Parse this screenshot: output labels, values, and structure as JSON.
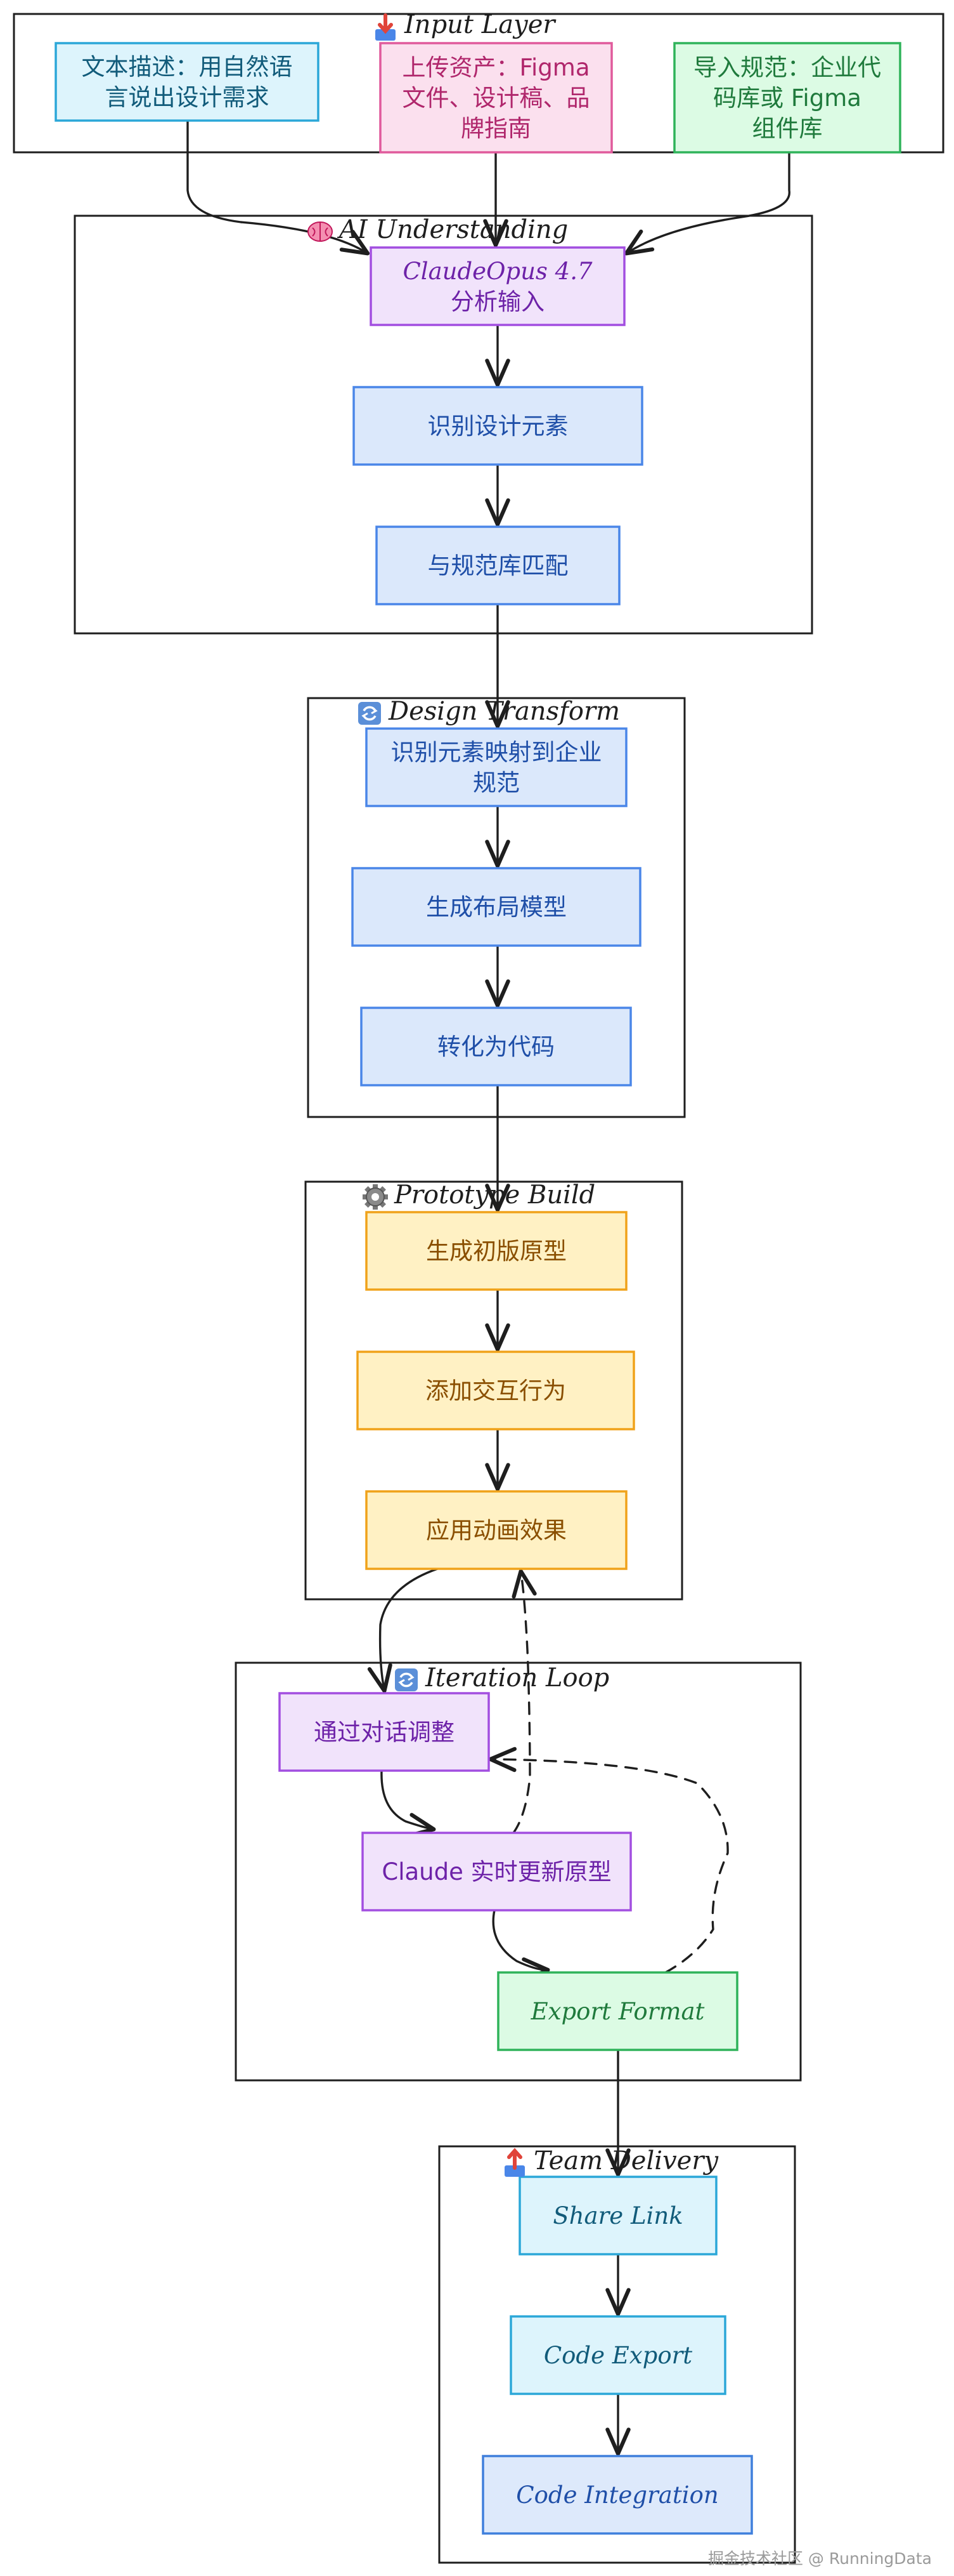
{
  "colors": {
    "frame": "#1e1e1e",
    "arrow": "#1e1e1e",
    "blue": {
      "fill": "#dbe8fb",
      "stroke": "#4a86e8",
      "text": "#1f4fa8"
    },
    "pink": {
      "fill": "#fbe0ee",
      "stroke": "#e05a9c",
      "text": "#b0276c"
    },
    "green": {
      "fill": "#dcfbe4",
      "stroke": "#2fb35a",
      "text": "#1f7a3c"
    },
    "purple": {
      "fill": "#f1e3fb",
      "stroke": "#a24ee0",
      "text": "#6d22a8"
    },
    "orange": {
      "fill": "#fff1c4",
      "stroke": "#f0a21a",
      "text": "#8a4f00"
    },
    "cyan": {
      "fill": "#ddf4fc",
      "stroke": "#2ba7d8",
      "text": "#115b7a"
    },
    "lightblue": {
      "fill": "#dde9fb",
      "stroke": "#3f7fdc",
      "text": "#1f4fa8"
    }
  },
  "layers": {
    "input": {
      "icon": "inbox-tray-icon",
      "title": "Input Layer"
    },
    "ai": {
      "icon": "brain-icon",
      "title": "AI Understanding"
    },
    "transform": {
      "icon": "refresh-icon",
      "title": "Design Transform"
    },
    "prototype": {
      "icon": "gear-icon",
      "title": "Prototype Build"
    },
    "iteration": {
      "icon": "repeat-icon",
      "title": "Iteration Loop"
    },
    "delivery": {
      "icon": "outbox-tray-icon",
      "title": "Team Delivery"
    }
  },
  "nodes": {
    "text_desc": {
      "lines": [
        "文本描述：用自然语",
        "言说出设计需求"
      ]
    },
    "upload_assets": {
      "lines": [
        "上传资产：Figma",
        "文件、设计稿、品",
        "牌指南"
      ]
    },
    "import_spec": {
      "lines": [
        "导入规范：企业代",
        "码库或 Figma",
        "组件库"
      ]
    },
    "claude_opus": {
      "lines": [
        "ClaudeOpus 4.7",
        "分析输入"
      ]
    },
    "identify": {
      "lines": [
        "识别设计元素"
      ]
    },
    "match_spec": {
      "lines": [
        "与规范库匹配"
      ]
    },
    "map_elements": {
      "lines": [
        "识别元素映射到企业",
        "规范"
      ]
    },
    "layout_model": {
      "lines": [
        "生成布局模型"
      ]
    },
    "to_code": {
      "lines": [
        "转化为代码"
      ]
    },
    "first_proto": {
      "lines": [
        "生成初版原型"
      ]
    },
    "interaction": {
      "lines": [
        "添加交互行为"
      ]
    },
    "animation": {
      "lines": [
        "应用动画效果"
      ]
    },
    "chat_adjust": {
      "lines": [
        "通过对话调整"
      ]
    },
    "realtime": {
      "lines": [
        "Claude 实时更新原型"
      ]
    },
    "export_format": {
      "lines": [
        "Export Format"
      ]
    },
    "share_link": {
      "lines": [
        "Share Link"
      ]
    },
    "code_export": {
      "lines": [
        "Code Export"
      ]
    },
    "code_integration": {
      "lines": [
        "Code Integration"
      ]
    }
  },
  "watermark": "掘金技术社区 @ RunningData"
}
